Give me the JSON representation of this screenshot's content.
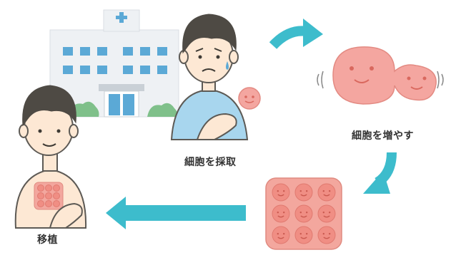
{
  "labels": {
    "harvest": "細胞を採取",
    "grow": "細胞を増やす",
    "transplant": "移植"
  },
  "colors": {
    "arrow": "#3dbccc",
    "skin": "#fde8d4",
    "hair": "#4e4a44",
    "shirt": "#a8d6ee",
    "cell": "#f4a6a0",
    "cell_face": "#d9685e",
    "hospital_wall": "#eef1f4",
    "hospital_window": "#5ba9d6",
    "bush": "#7fc08a",
    "tray": "#f3a79e"
  },
  "icons": {
    "hospital": "hospital-icon",
    "patient": "worried-patient",
    "cells": "dividing-cells",
    "tray": "cell-sheet-tray",
    "recipient": "recipient-patient"
  }
}
